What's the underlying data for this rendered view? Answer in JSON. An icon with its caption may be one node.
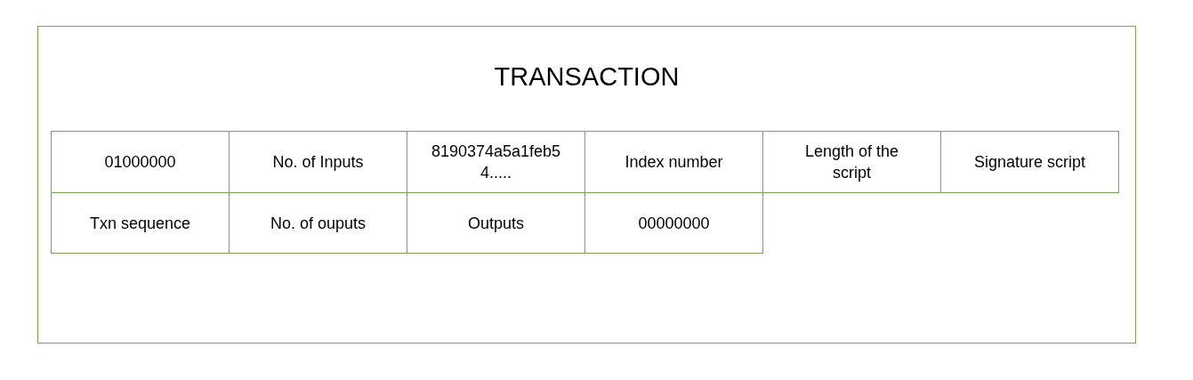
{
  "diagram": {
    "nodes": [
      {
        "text": [
          "TRANSACTION"
        ]
      },
      {
        "text": [
          "01000000"
        ],
        "in": 0
      },
      {
        "text": [
          "No. of Inputs"
        ],
        "in": 0
      },
      {
        "text": [
          "8190374a5a1feb54....."
        ],
        "in": 0
      },
      {
        "text": [
          "Index number"
        ],
        "in": 0
      },
      {
        "text": [
          "Length of the script"
        ],
        "in": 0
      },
      {
        "text": [
          "Signature script"
        ],
        "in": 0
      },
      {
        "text": [
          "Txn sequence"
        ],
        "in": 0
      },
      {
        "text": [
          "No. of ouputs"
        ],
        "in": 0
      },
      {
        "text": [
          "Outputs"
        ],
        "in": 0
      },
      {
        "text": [
          "00000000"
        ],
        "in": 0
      }
    ]
  }
}
